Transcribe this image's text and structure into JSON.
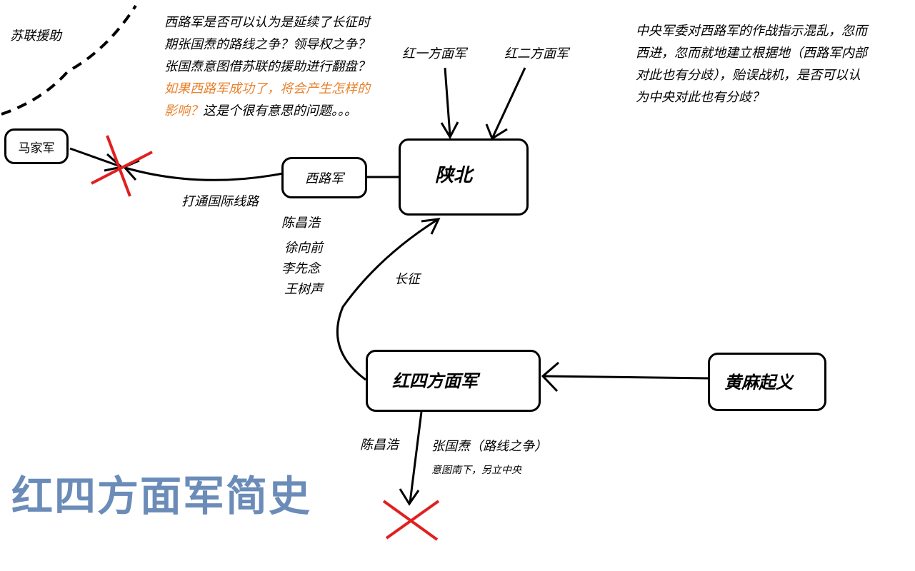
{
  "title": "红四方面军简史",
  "nodes": {
    "majiajun": "马家军",
    "xilujun": "西路军",
    "shanbei": "陕北",
    "hongsi": "红四方面军",
    "huangma": "黄麻起义"
  },
  "labels": {
    "sulian": "苏联援助",
    "hongyi": "红一方面军",
    "honger": "红二方面军",
    "datong": "打通国际线路",
    "changzheng": "长征",
    "chen1": "陈昌浩",
    "xu": "徐向前",
    "li": "李先念",
    "wang": "王树声",
    "chen2": "陈昌浩",
    "zhang": "张国焘（路线之争）",
    "yitu": "意图南下，另立中央"
  },
  "question": {
    "line1": "西路军是否可以认为是延续了长征时",
    "line2": "期张国焘的路线之争？领导权之争？",
    "line3": "张国焘意图借苏联的援助进行翻盘？",
    "line4": "如果西路军成功了，将会产生怎样的",
    "line5a": "影响？",
    "line5b": "这是个很有意思的问题。。。"
  },
  "note": {
    "line1": "中央军委对西路军的作战指示混乱，忽而",
    "line2": "西进，忽而就地建立根据地（西路军内部",
    "line3": "对此也有分歧），贻误战机，是否可以认",
    "line4": "为中央对此也有分歧？"
  },
  "colors": {
    "title": "#6b8cb8",
    "highlight": "#e8822d",
    "cross": "#e02020"
  }
}
